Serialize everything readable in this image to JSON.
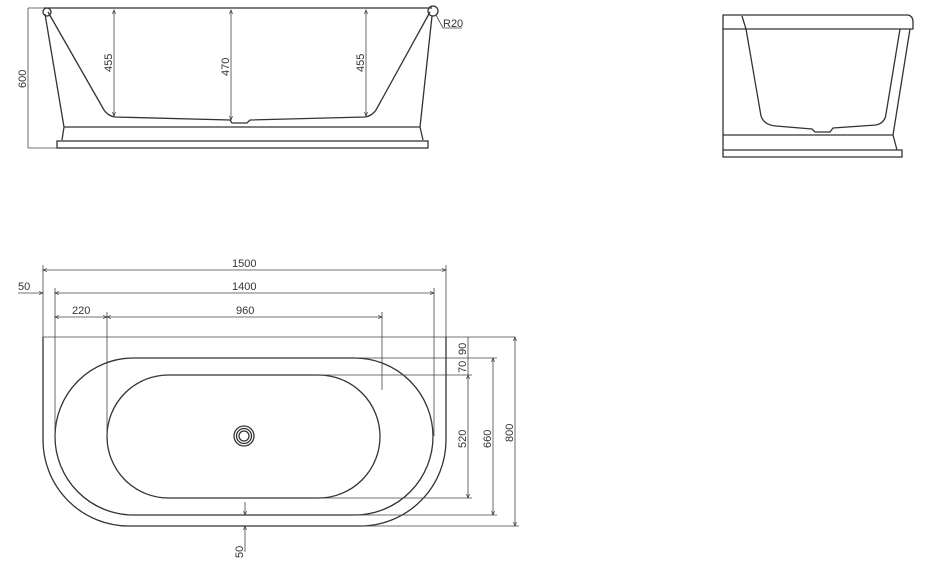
{
  "front_view": {
    "overall_height": "600",
    "left_depth": "455",
    "center_depth": "470",
    "right_depth": "455",
    "rim_radius": "R20"
  },
  "side_view": {},
  "plan_view": {
    "overall_length": "1500",
    "rim_length": "1400",
    "basin_length": "960",
    "wall_offset": "50",
    "basin_offset": "220",
    "back_offset": "90",
    "rim_offset": "70",
    "basin_width": "520",
    "rim_width": "660",
    "overall_width": "800",
    "front_offset": "50"
  },
  "colors": {
    "line": "#333333",
    "background": "#ffffff"
  }
}
